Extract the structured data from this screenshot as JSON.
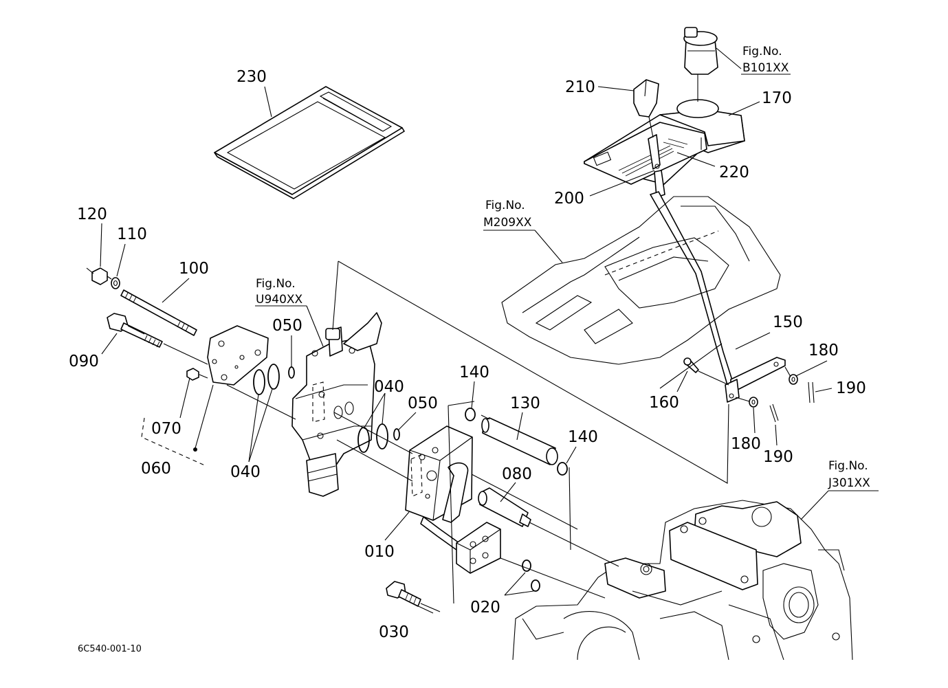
{
  "diagram": {
    "drawing_code": "6C540-001-10",
    "figure_references": [
      {
        "id": "b101",
        "label": "Fig.No.",
        "code": "B101XX"
      },
      {
        "id": "m209",
        "label": "Fig.No.",
        "code": "M209XX"
      },
      {
        "id": "u940",
        "label": "Fig.No.",
        "code": "U940XX"
      },
      {
        "id": "j301",
        "label": "Fig.No.",
        "code": "J301XX"
      }
    ],
    "part_labels": [
      "230",
      "210",
      "170",
      "220",
      "200",
      "120",
      "110",
      "100",
      "090",
      "070",
      "060",
      "050",
      "040",
      "040",
      "040",
      "050",
      "140",
      "130",
      "140",
      "080",
      "010",
      "150",
      "180",
      "190",
      "160",
      "180",
      "190",
      "020",
      "030"
    ]
  }
}
